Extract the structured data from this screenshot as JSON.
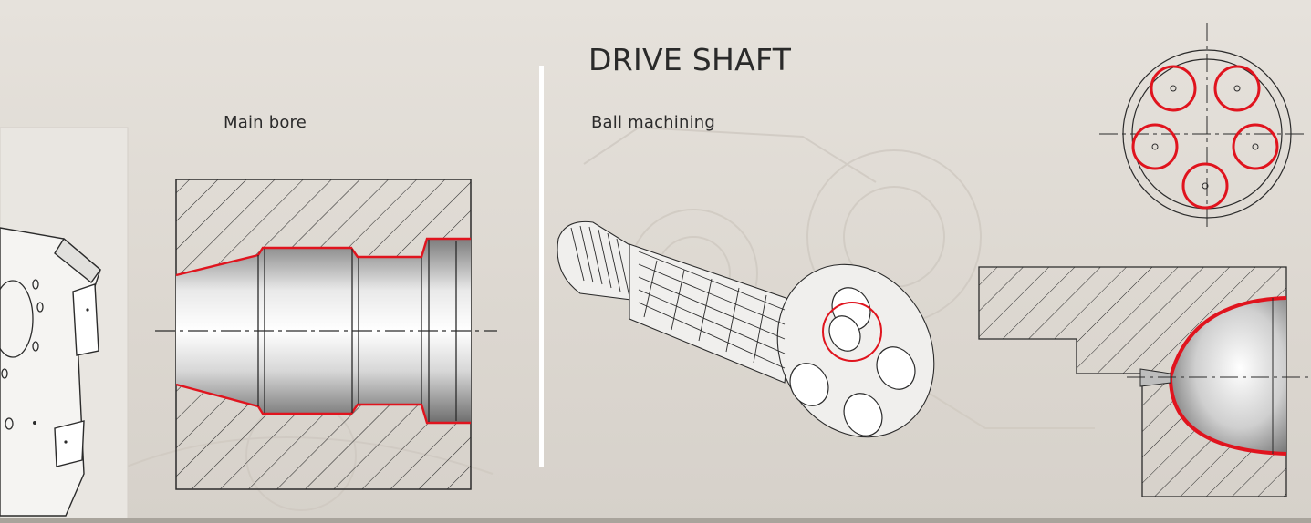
{
  "title": "DRIVE SHAFT",
  "labels": {
    "main_bore": "Main bore",
    "ball_machining": "Ball machining"
  },
  "colors": {
    "highlight": "#e0141e",
    "line": "#2b2b2b",
    "divider": "#ffffff",
    "background": "#e2ddd6"
  }
}
